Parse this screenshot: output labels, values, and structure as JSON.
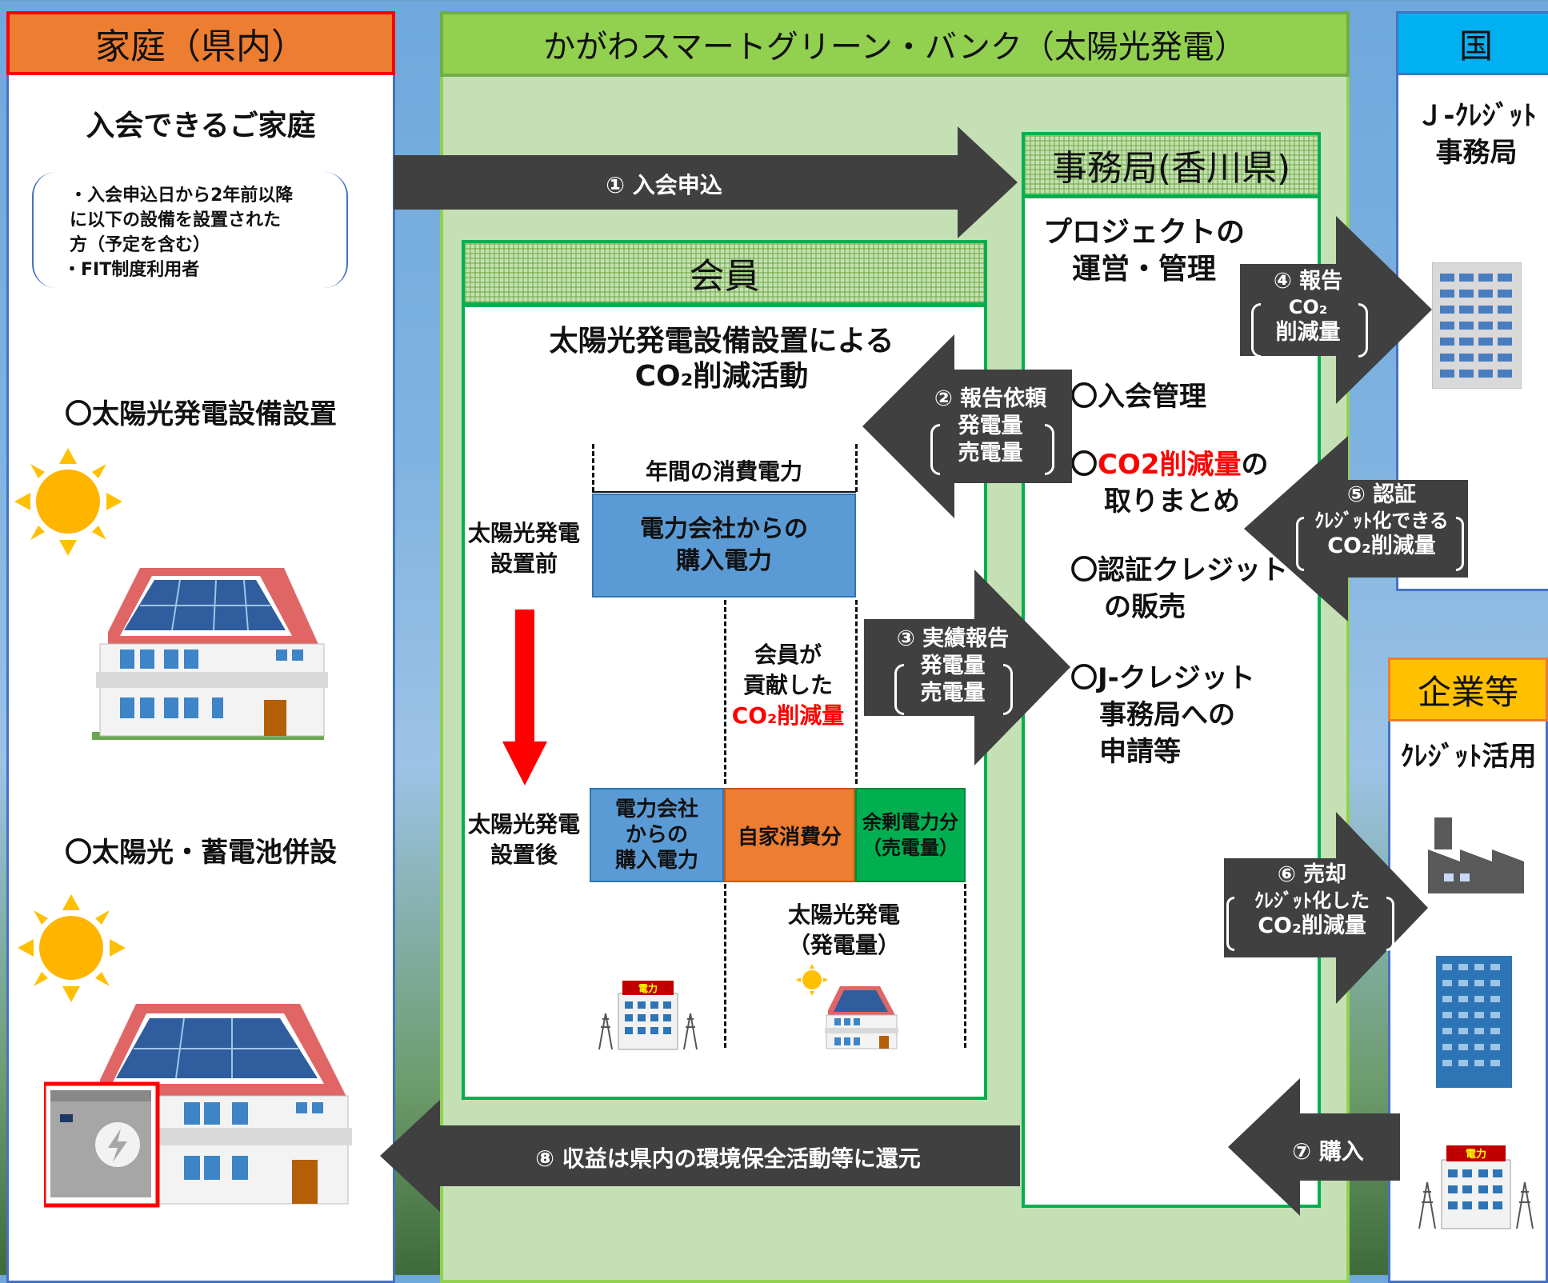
{
  "household": {
    "header": "家庭（県内）",
    "title": "入会できるご家庭",
    "cond_lines": [
      "・入会申込日から2年前以降",
      "に以下の設備を設置された",
      "方（予定を含む）",
      "・FIT制度利用者"
    ],
    "item1": "〇太陽光発電設備設置",
    "item2": "〇太陽光・蓄電池併設"
  },
  "bank": {
    "header": "かがわスマートグリーン・バンク（太陽光発電）"
  },
  "office": {
    "header": "事務局(香川県)",
    "title_lines": [
      "プロジェクトの",
      "運営・管理"
    ],
    "item1": "〇入会管理",
    "item2_prefix": "〇",
    "item2_red": "CO2削減量",
    "item2_suffix": "の",
    "item2_line2": "取りまとめ",
    "item3_lines": [
      "〇認証クレジット",
      "の販売"
    ],
    "item4_lines": [
      "〇J-クレジット",
      "事務局への",
      "申請等"
    ]
  },
  "member": {
    "header": "会員",
    "title_lines": [
      "太陽光発電設備設置による",
      "CO₂削減活動"
    ],
    "annual": "年間の消費電力",
    "before_lines": [
      "太陽光発電",
      "設置前"
    ],
    "after_lines": [
      "太陽光発電",
      "設置後"
    ],
    "purchase_lines": [
      "電力会社からの",
      "購入電力"
    ],
    "contrib_lines": [
      "会員が",
      "貢献した"
    ],
    "contrib_red": "CO₂削減量",
    "after_purchase_lines": [
      "電力会社",
      "からの",
      "購入電力"
    ],
    "self_use": "自家消費分",
    "surplus_lines": [
      "余剰電力分",
      "（売電量）"
    ],
    "solar_lines": [
      "太陽光発電",
      "（発電量）"
    ],
    "power_sign": "電力"
  },
  "country": {
    "header": "国",
    "office_lines": [
      "Ｊ-ｸﾚｼﾞｯﾄ",
      "事務局"
    ]
  },
  "company": {
    "header": "企業等",
    "use": "ｸﾚｼﾞｯﾄ活用",
    "power_sign": "電力"
  },
  "arrows": {
    "a1": "① 入会申込",
    "a2_lines": [
      "② 報告依頼",
      "発電量",
      "売電量"
    ],
    "a3_lines": [
      "③ 実績報告",
      "発電量",
      "売電量"
    ],
    "a4_lines": [
      "④ 報告",
      "CO₂",
      "削減量"
    ],
    "a5_lines": [
      "⑤ 認証",
      "ｸﾚｼﾞｯﾄ化できる",
      "CO₂削減量"
    ],
    "a6_lines": [
      "⑥ 売却",
      "ｸﾚｼﾞｯﾄ化した",
      "CO₂削減量"
    ],
    "a7": "⑦ 購入",
    "a8": "⑧ 収益は県内の環境保全活動等に還元"
  },
  "colors": {
    "orange": "#ed7d31",
    "green": "#92d050",
    "light_green": "#c6e0b4",
    "blue_header": "#00b0f0",
    "yellow": "#ffc000",
    "arrow_gray": "#404040",
    "bar_blue": "#5b9bd5",
    "bar_green": "#00b050",
    "red": "#ff0000"
  }
}
